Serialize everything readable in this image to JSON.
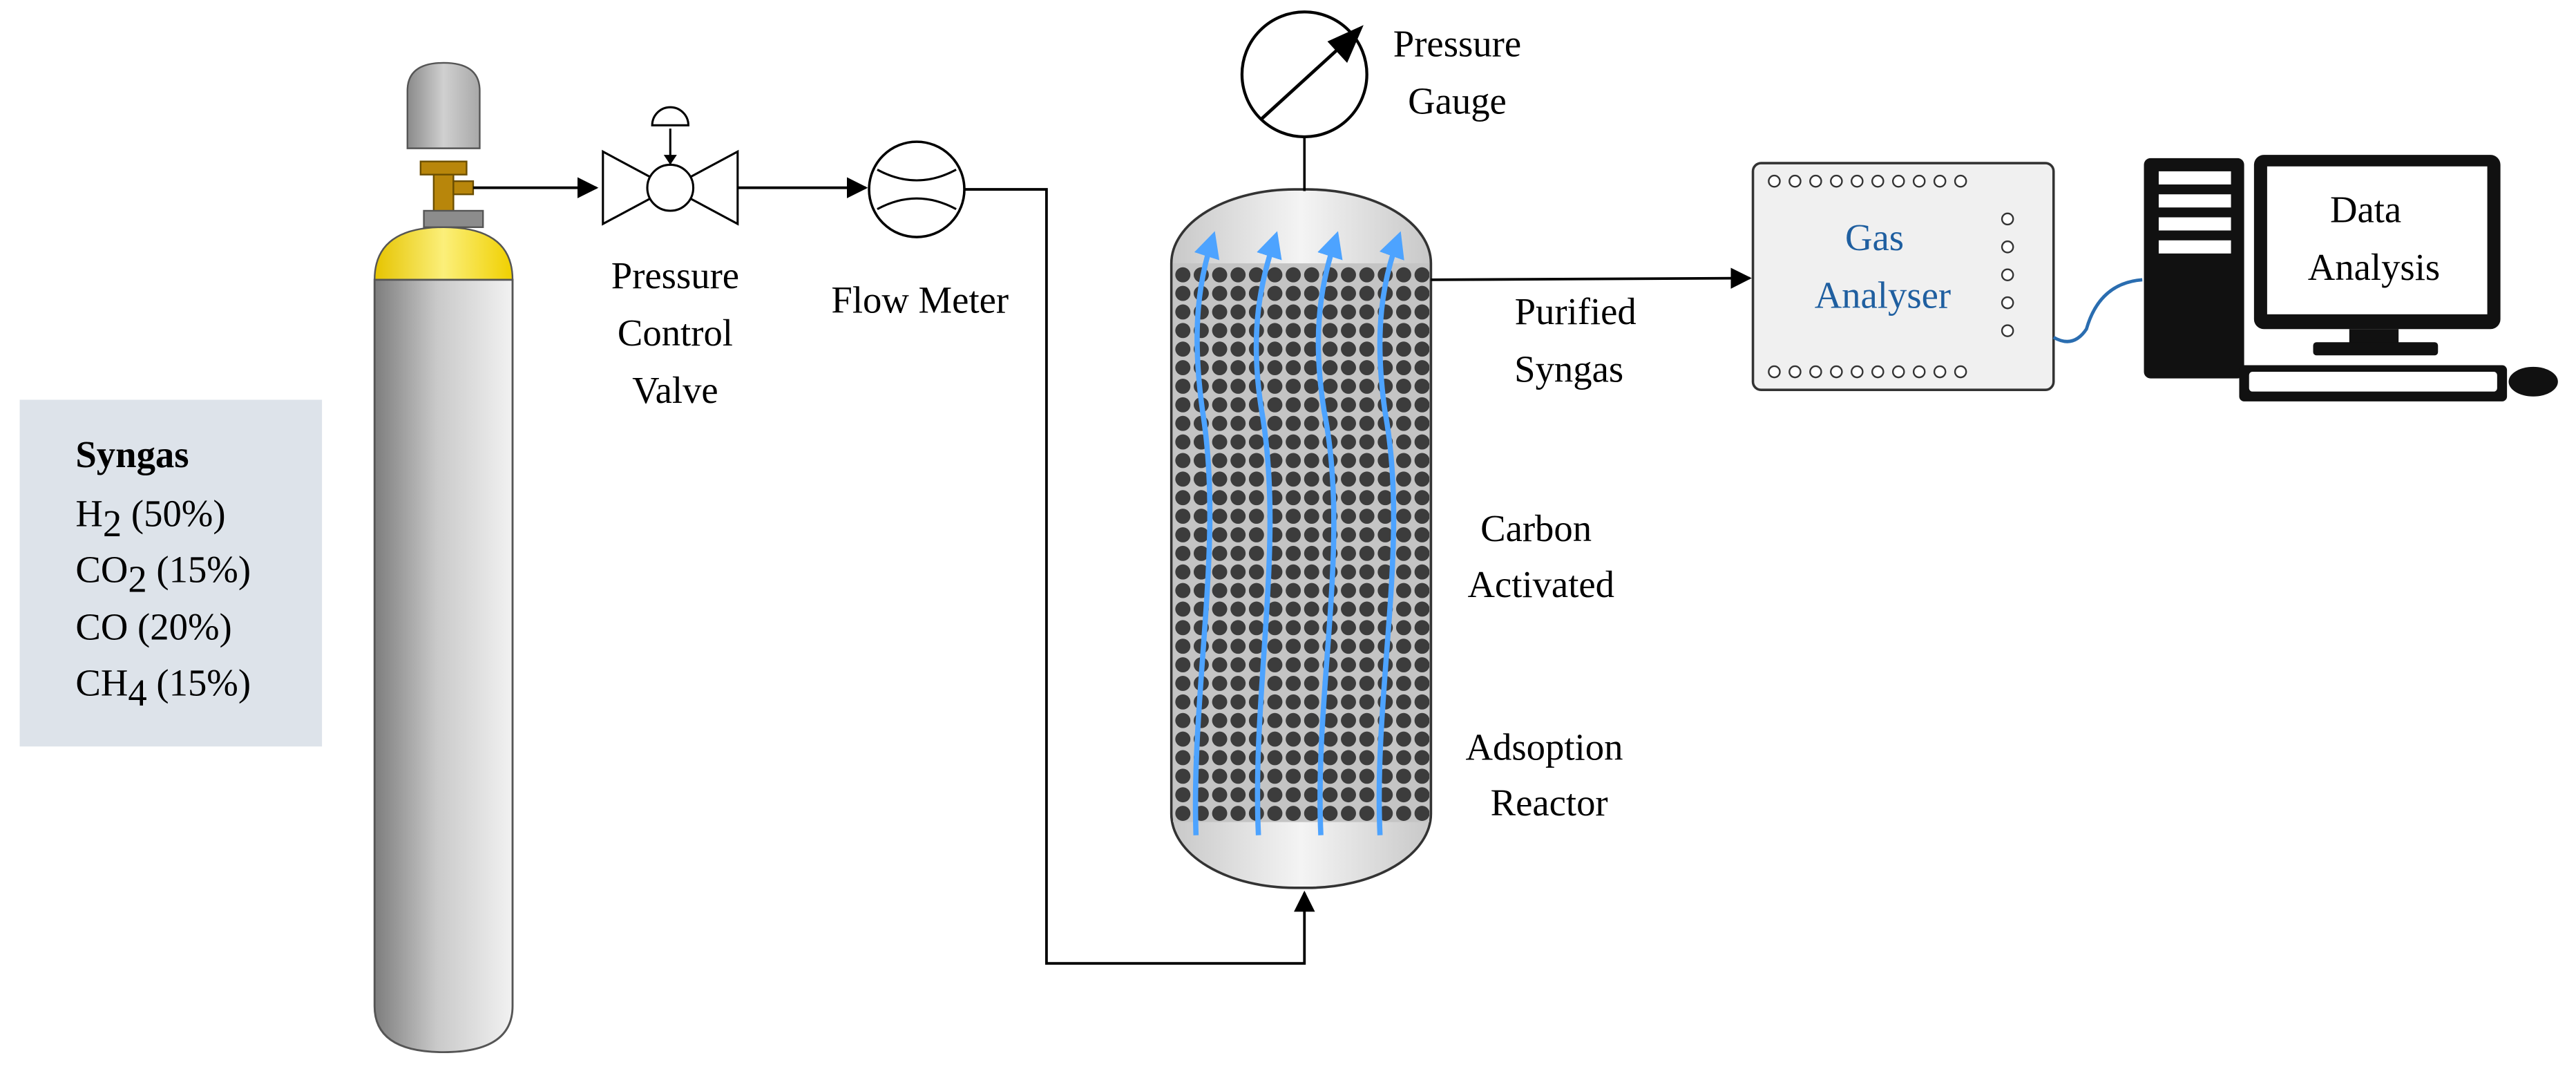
{
  "composition": {
    "title": "Syngas",
    "components": [
      {
        "formula": "H",
        "subscript": "2",
        "percent": "(50%)"
      },
      {
        "formula": "CO",
        "subscript": "2",
        "percent": "(15%)"
      },
      {
        "formula": "CO",
        "subscript": "",
        "percent": "(20%)"
      },
      {
        "formula": "CH",
        "subscript": "4",
        "percent": "(15%)"
      }
    ]
  },
  "labels": {
    "pressure_control_valve": [
      "Pressure",
      "Control",
      "Valve"
    ],
    "flow_meter": [
      "Flow Meter"
    ],
    "pressure_gauge": [
      "Pressure",
      "Gauge"
    ],
    "purified_syngas": [
      "Purified",
      "Syngas"
    ],
    "carbon_activated": [
      "Carbon",
      "Activated"
    ],
    "adsorption_reactor": [
      "Adsoption",
      "Reactor"
    ],
    "gas_analyser": [
      "Gas",
      "Analyser"
    ],
    "data_analysis": [
      "Data",
      "Analysis"
    ]
  },
  "colors": {
    "composition_box": "#dde3ea",
    "cylinder_cap": "#f7e12e",
    "valve_brass": "#b8860b",
    "flow_arrow": "#4da3ff",
    "analyser_text": "#1f5fa0",
    "cable": "#2a6db0",
    "bead": "#3c3c3c"
  },
  "icons": [
    "gas-cylinder-icon",
    "pressure-control-valve-icon",
    "flow-meter-icon",
    "pressure-gauge-icon",
    "computer-icon"
  ]
}
